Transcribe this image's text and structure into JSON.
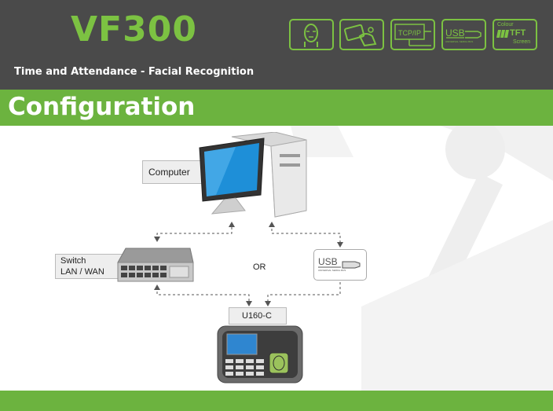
{
  "header": {
    "product_name": "VF300",
    "subtitle": "Time and Attendance - Facial Recognition",
    "features": [
      {
        "icon": "face-icon"
      },
      {
        "icon": "card-icon"
      },
      {
        "icon": "network-icon",
        "label": "TCP/IP"
      },
      {
        "icon": "usb-icon",
        "label": "USB",
        "sublabel": "UNIVERSAL SERIAL BUS"
      },
      {
        "icon": "screen-icon",
        "line1": "Colour",
        "line2": "TFT",
        "line3": "Screen"
      }
    ]
  },
  "section": {
    "title": "Configuration"
  },
  "diagram": {
    "computer_label": "Computer",
    "switch_label_line1": "Switch",
    "switch_label_line2": "LAN / WAN",
    "or_label": "OR",
    "usb_label": "USB",
    "usb_sublabel": "UNIVERSAL SERIAL BUS",
    "device_label": "U160-C"
  },
  "colors": {
    "brand_green": "#6cb33f",
    "header_bg": "#4a4a4a",
    "accent_green": "#7cc242"
  }
}
